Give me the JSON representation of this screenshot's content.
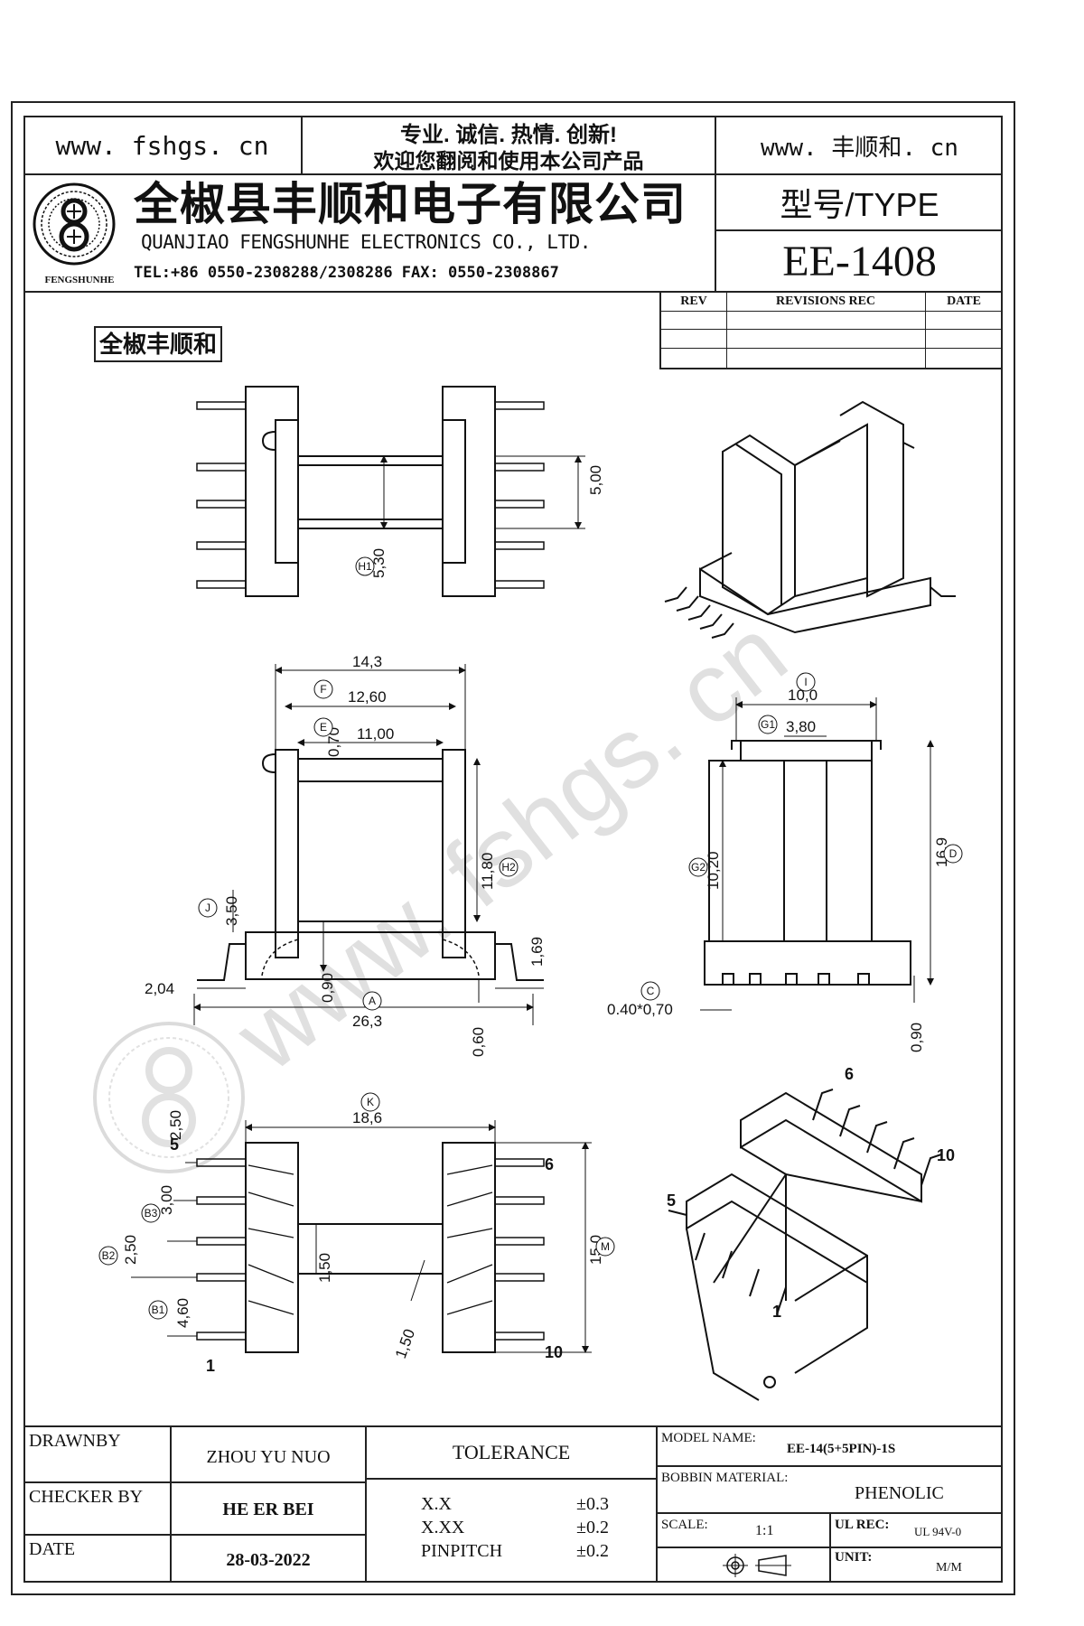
{
  "header": {
    "website_left": "www. fshgs. cn",
    "slogan_line1": "专业. 诚信. 热情. 创新!",
    "slogan_line2": "欢迎您翻阅和使用本公司产品",
    "website_right": "www. 丰顺和. cn",
    "company_cn": "全椒县丰顺和电子有限公司",
    "company_en": "QUANJIAO FENGSHUNHE ELECTRONICS CO., LTD.",
    "contact": "TEL:+86 0550-2308288/2308286 FAX: 0550-2308867",
    "logo_text": "FENGSHUNHE",
    "type_label": "型号/TYPE",
    "type_value": "EE-1408"
  },
  "revisions": {
    "headers": [
      "REV",
      "REVISIONS REC",
      "DATE"
    ],
    "rows": 3
  },
  "stamp_label": "全椒丰顺和",
  "watermark": "www. fshgs. cn",
  "dimensions": {
    "top_view": [
      "5,00",
      "5,30"
    ],
    "front_view": [
      "14,3",
      "12,60",
      "0,70",
      "11,00",
      "11,80",
      "3,50",
      "1,69",
      "0,90",
      "2,04",
      "26,3",
      "0,60"
    ],
    "side_view": [
      "10,0",
      "3,80",
      "16,9",
      "10,20",
      "0.40*0,70",
      "0,90"
    ],
    "bottom_view": [
      "18,6",
      "2,50",
      "3,00",
      "2,50",
      "4,60",
      "1,50",
      "15,0",
      "1,50"
    ]
  },
  "reference_letters": [
    "H1",
    "H2",
    "F",
    "E",
    "J",
    "A",
    "I",
    "G1",
    "G2",
    "D",
    "C",
    "K",
    "B3",
    "B2",
    "B1",
    "M"
  ],
  "pin_numbers": [
    "5",
    "1",
    "6",
    "10",
    "6",
    "10",
    "5",
    "1"
  ],
  "title_block": {
    "drawn_by_label": "DRAWNBY",
    "drawn_by_value": "ZHOU YU NUO",
    "checker_label": "CHECKER BY",
    "checker_value": "HE ER BEI",
    "date_label": "DATE",
    "date_value": "28-03-2022",
    "tolerance_label": "TOLERANCE",
    "tolerances": [
      {
        "label": "X.X",
        "value": "±0.3"
      },
      {
        "label": "X.XX",
        "value": "±0.2"
      },
      {
        "label": "PINPITCH",
        "value": "±0.2"
      }
    ],
    "model_label": "MODEL NAME:",
    "model_value": "EE-14(5+5PIN)-1S",
    "material_label": "BOBBIN MATERIAL:",
    "material_value": "PHENOLIC",
    "scale_label": "SCALE:",
    "scale_value": "1:1",
    "ul_label": "UL REC:",
    "ul_value": "UL 94V-0",
    "unit_label": "UNIT:",
    "unit_value": "M/M"
  }
}
